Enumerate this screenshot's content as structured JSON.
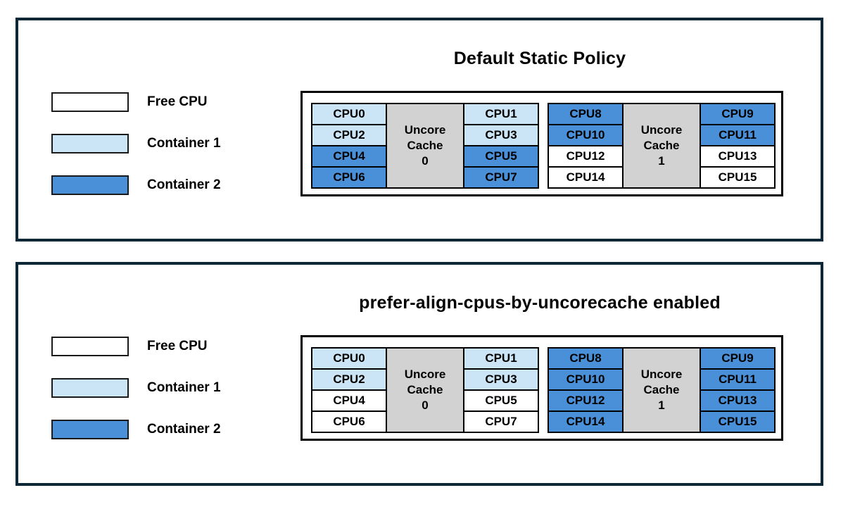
{
  "colors": {
    "free": "#ffffff",
    "container1": "#cbe5f6",
    "container2": "#4a90d8",
    "uncore": "#d2d2d2",
    "cell_border": "#000000",
    "panel_border": "#0c2836",
    "text": "#000000"
  },
  "legend": {
    "items": [
      {
        "label": "Free CPU",
        "state": "free"
      },
      {
        "label": "Container 1",
        "state": "container1"
      },
      {
        "label": "Container 2",
        "state": "container2"
      }
    ]
  },
  "panels": [
    {
      "title": "Default Static Policy",
      "groups": [
        {
          "cache_lines": [
            "Uncore",
            "Cache",
            "0"
          ],
          "left_cpus": [
            {
              "label": "CPU0",
              "state": "container1"
            },
            {
              "label": "CPU2",
              "state": "container1"
            },
            {
              "label": "CPU4",
              "state": "container2"
            },
            {
              "label": "CPU6",
              "state": "container2"
            }
          ],
          "right_cpus": [
            {
              "label": "CPU1",
              "state": "container1"
            },
            {
              "label": "CPU3",
              "state": "container1"
            },
            {
              "label": "CPU5",
              "state": "container2"
            },
            {
              "label": "CPU7",
              "state": "container2"
            }
          ]
        },
        {
          "cache_lines": [
            "Uncore",
            "Cache",
            "1"
          ],
          "left_cpus": [
            {
              "label": "CPU8",
              "state": "container2"
            },
            {
              "label": "CPU10",
              "state": "container2"
            },
            {
              "label": "CPU12",
              "state": "free"
            },
            {
              "label": "CPU14",
              "state": "free"
            }
          ],
          "right_cpus": [
            {
              "label": "CPU9",
              "state": "container2"
            },
            {
              "label": "CPU11",
              "state": "container2"
            },
            {
              "label": "CPU13",
              "state": "free"
            },
            {
              "label": "CPU15",
              "state": "free"
            }
          ]
        }
      ]
    },
    {
      "title": "prefer-align-cpus-by-uncorecache enabled",
      "groups": [
        {
          "cache_lines": [
            "Uncore",
            "Cache",
            "0"
          ],
          "left_cpus": [
            {
              "label": "CPU0",
              "state": "container1"
            },
            {
              "label": "CPU2",
              "state": "container1"
            },
            {
              "label": "CPU4",
              "state": "free"
            },
            {
              "label": "CPU6",
              "state": "free"
            }
          ],
          "right_cpus": [
            {
              "label": "CPU1",
              "state": "container1"
            },
            {
              "label": "CPU3",
              "state": "container1"
            },
            {
              "label": "CPU5",
              "state": "free"
            },
            {
              "label": "CPU7",
              "state": "free"
            }
          ]
        },
        {
          "cache_lines": [
            "Uncore",
            "Cache",
            "1"
          ],
          "left_cpus": [
            {
              "label": "CPU8",
              "state": "container2"
            },
            {
              "label": "CPU10",
              "state": "container2"
            },
            {
              "label": "CPU12",
              "state": "container2"
            },
            {
              "label": "CPU14",
              "state": "container2"
            }
          ],
          "right_cpus": [
            {
              "label": "CPU9",
              "state": "container2"
            },
            {
              "label": "CPU11",
              "state": "container2"
            },
            {
              "label": "CPU13",
              "state": "container2"
            },
            {
              "label": "CPU15",
              "state": "container2"
            }
          ]
        }
      ]
    }
  ]
}
